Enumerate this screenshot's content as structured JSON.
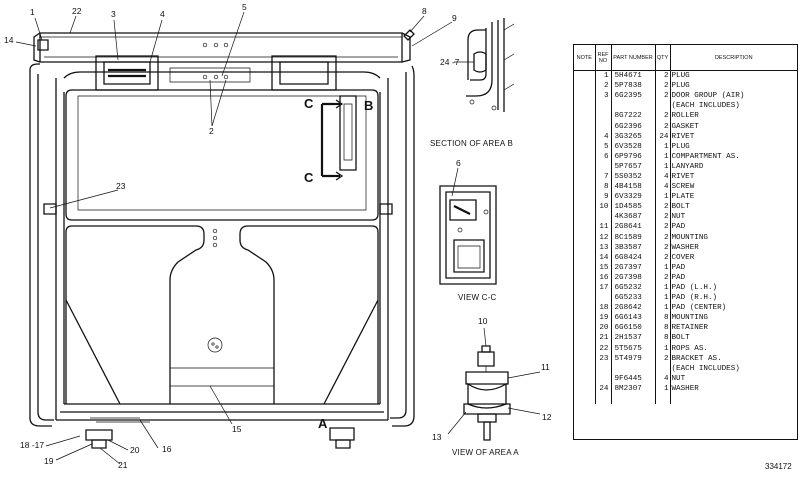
{
  "figure": {
    "callouts": [
      "1",
      "22",
      "3",
      "4",
      "5",
      "8",
      "9",
      "14",
      "2",
      "23",
      "15",
      "18 -17",
      "19",
      "20",
      "21",
      "16",
      "24 -7",
      "6",
      "10",
      "11",
      "12",
      "13"
    ],
    "section_letters": [
      "C",
      "B",
      "C",
      "A"
    ],
    "captions": {
      "section_b": "SECTION OF AREA B",
      "view_cc": "VIEW C-C",
      "view_a": "VIEW OF AREA A"
    },
    "drawing_number": "334172"
  },
  "parts_list": {
    "headers": {
      "note": "NOTE",
      "ref": "REF NO",
      "part": "PART NUMBER",
      "qty": "QTY",
      "desc": "DESCRIPTION"
    },
    "rows": [
      {
        "note": "",
        "ref": "1",
        "part": "5H4671",
        "qty": "2",
        "desc": "PLUG"
      },
      {
        "note": "",
        "ref": "2",
        "part": "5P7838",
        "qty": "2",
        "desc": "PLUG"
      },
      {
        "note": "",
        "ref": "3",
        "part": "6G2395",
        "qty": "2",
        "desc": "DOOR GROUP (AIR)"
      },
      {
        "note": "",
        "ref": "",
        "part": "",
        "qty": "",
        "desc": "(EACH INCLUDES)"
      },
      {
        "note": "",
        "ref": "",
        "part": "8G7222",
        "qty": "2",
        "desc": " ROLLER"
      },
      {
        "note": "",
        "ref": "",
        "part": "6G2396",
        "qty": "2",
        "desc": "GASKET"
      },
      {
        "note": "",
        "ref": "4",
        "part": "3G3265",
        "qty": "24",
        "desc": "RIVET"
      },
      {
        "note": "",
        "ref": "5",
        "part": "6V3528",
        "qty": "1",
        "desc": "PLUG"
      },
      {
        "note": "",
        "ref": "6",
        "part": "6P9796",
        "qty": "1",
        "desc": "COMPARTMENT AS."
      },
      {
        "note": "",
        "ref": "",
        "part": "5P7657",
        "qty": "1",
        "desc": "LANYARD"
      },
      {
        "note": "",
        "ref": "7",
        "part": "5S0352",
        "qty": "4",
        "desc": "RIVET"
      },
      {
        "note": "",
        "ref": "8",
        "part": "4B4158",
        "qty": "4",
        "desc": "SCREW"
      },
      {
        "note": "",
        "ref": "9",
        "part": "6V3329",
        "qty": "1",
        "desc": "PLATE"
      },
      {
        "note": "",
        "ref": "10",
        "part": "1D4585",
        "qty": "2",
        "desc": "BOLT"
      },
      {
        "note": "",
        "ref": "",
        "part": "4K3687",
        "qty": "2",
        "desc": "NUT"
      },
      {
        "note": "",
        "ref": "11",
        "part": "2G8641",
        "qty": "2",
        "desc": "PAD"
      },
      {
        "note": "",
        "ref": "12",
        "part": "8C1589",
        "qty": "2",
        "desc": "MOUNTING"
      },
      {
        "note": "",
        "ref": "13",
        "part": "3B3587",
        "qty": "2",
        "desc": "WASHER"
      },
      {
        "note": "",
        "ref": "14",
        "part": "6G8424",
        "qty": "2",
        "desc": "COVER"
      },
      {
        "note": "",
        "ref": "15",
        "part": "2G7397",
        "qty": "1",
        "desc": "PAD"
      },
      {
        "note": "",
        "ref": "16",
        "part": "2G7398",
        "qty": "2",
        "desc": "PAD"
      },
      {
        "note": "",
        "ref": "17",
        "part": "6G5232",
        "qty": "1",
        "desc": "PAD (L.H.)"
      },
      {
        "note": "",
        "ref": "",
        "part": "6G5233",
        "qty": "1",
        "desc": "PAD (R.H.)"
      },
      {
        "note": "",
        "ref": "18",
        "part": "2G8642",
        "qty": "1",
        "desc": "PAD (CENTER)"
      },
      {
        "note": "",
        "ref": "19",
        "part": "6G6143",
        "qty": "8",
        "desc": "MOUNTING"
      },
      {
        "note": "",
        "ref": "20",
        "part": "6G6150",
        "qty": "8",
        "desc": "RETAINER"
      },
      {
        "note": "",
        "ref": "21",
        "part": "2H1537",
        "qty": "8",
        "desc": "BOLT"
      },
      {
        "note": "",
        "ref": "22",
        "part": "5T5675",
        "qty": "1",
        "desc": "ROPS AS."
      },
      {
        "note": "",
        "ref": "23",
        "part": "5T4979",
        "qty": "2",
        "desc": "BRACKET AS."
      },
      {
        "note": "",
        "ref": "",
        "part": "",
        "qty": "",
        "desc": "(EACH INCLUDES)"
      },
      {
        "note": "",
        "ref": "",
        "part": "9F6445",
        "qty": "4",
        "desc": " NUT"
      },
      {
        "note": "",
        "ref": "24",
        "part": "8M2307",
        "qty": "1",
        "desc": "WASHER"
      },
      {
        "note": "",
        "ref": "",
        "part": "",
        "qty": "",
        "desc": ""
      }
    ]
  }
}
